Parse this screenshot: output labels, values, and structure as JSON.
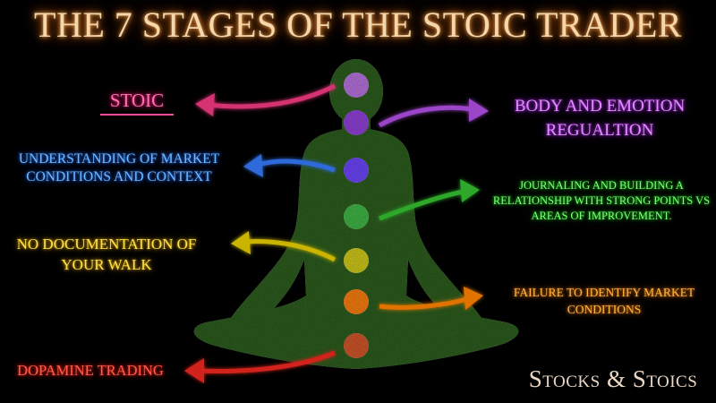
{
  "title": "THE 7 STAGES OF THE STOIC TRADER",
  "brand": "Stocks & Stoics",
  "colors": {
    "background": "#000000",
    "silhouette": "#2c5a1e",
    "title_glow": "#f0a24a",
    "stoic": "#ff2d86",
    "body_emotion": "#c23cff",
    "understanding": "#2f7bff",
    "journaling": "#21d41e",
    "no_documentation": "#f0b800",
    "failure": "#ff8a00",
    "dopamine": "#ff2a1a"
  },
  "stages": [
    {
      "label": "STOIC",
      "chakra_color": "#b06fd6",
      "side": "left"
    },
    {
      "label": "BODY AND EMOTION REGUALTION",
      "chakra_color": "#8b3fd0",
      "side": "right"
    },
    {
      "label": "UNDERSTANDING OF MARKET CONDITIONS AND CONTEXT",
      "chakra_color": "#6a44f0",
      "side": "left"
    },
    {
      "label": "JOURNALING AND BUILDING A RELATIONSHIP WITH STRONG POINTS VS AREAS OF IMPROVEMENT.",
      "chakra_color": "#3fb044",
      "side": "right"
    },
    {
      "label": "NO DOCUMENTATION OF YOUR WALK",
      "chakra_color": "#c7c21a",
      "side": "left"
    },
    {
      "label": "FAILURE TO IDENTIFY MARKET CONDITIONS",
      "chakra_color": "#f07a12",
      "side": "right"
    },
    {
      "label": "DOPAMINE TRADING",
      "chakra_color": "#c9542a",
      "side": "left"
    }
  ],
  "text": {
    "stoic": "STOIC",
    "body1": "BODY AND EMOTION",
    "body2": "REGUALTION",
    "understand1": "UNDERSTANDING OF MARKET",
    "understand2": "CONDITIONS AND CONTEXT",
    "journal1": "JOURNALING AND BUILDING A",
    "journal2": "RELATIONSHIP WITH STRONG POINTS VS",
    "journal3": "AREAS OF IMPROVEMENT.",
    "nodoc1": "NO DOCUMENTATION OF",
    "nodoc2": "YOUR WALK",
    "failure1": "FAILURE TO IDENTIFY MARKET",
    "failure2": "CONDITIONS",
    "dopamine": "DOPAMINE TRADING"
  }
}
